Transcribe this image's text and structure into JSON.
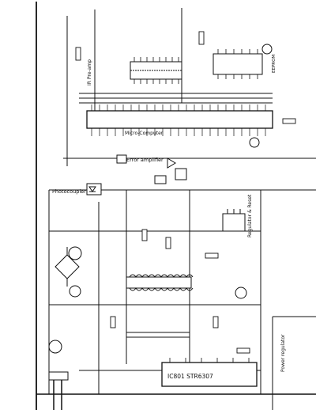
{
  "labels": {
    "error_amplifier": "Error amplifier",
    "photocoupler": "Photocoupler",
    "micro_computer": "Micro-Computer",
    "regulator_reset": "Regulator & Reset",
    "ic801": "IC801 STR6307",
    "power_regulator": "Power regulator",
    "ir_preamp": "IR Pre-amp",
    "eeprom": "EEPROM"
  }
}
